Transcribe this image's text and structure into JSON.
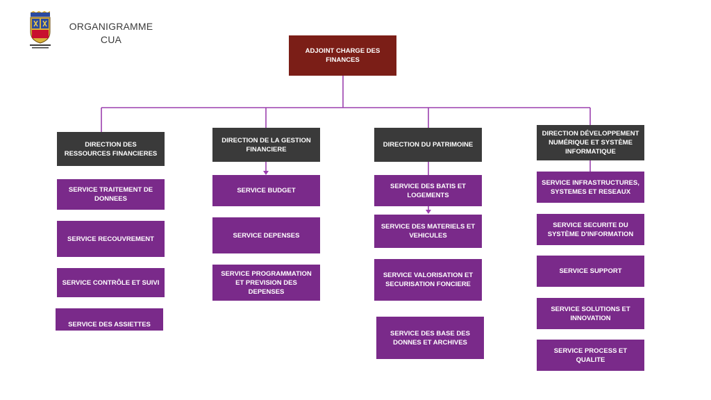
{
  "header": {
    "title_line1": "ORGANIGRAMME",
    "title_line2": "CUA",
    "logo_icon": "coat-of-arms-icon"
  },
  "colors": {
    "top": "#7b1e17",
    "direction": "#3a3a3a",
    "service": "#7a2a8a",
    "connector": "#9b3fae"
  },
  "root": {
    "label": "ADJOINT CHARGE DES FINANCES"
  },
  "directions": [
    {
      "label": "DIRECTION DES RESSOURCES FINANCIERES",
      "services": [
        "SERVICE TRAITEMENT DE DONNEES",
        "SERVICE RECOUVREMENT",
        "SERVICE CONTRÔLE ET SUIVI",
        "SERVICE DES ASSIETTES"
      ]
    },
    {
      "label": "DIRECTION DE LA GESTION FINANCIERE",
      "services": [
        "SERVICE BUDGET",
        "SERVICE DEPENSES",
        "SERVICE PROGRAMMATION ET PREVISION DES DEPENSES"
      ]
    },
    {
      "label": "DIRECTION DU PATRIMOINE",
      "services": [
        "SERVICE DES BATIS ET LOGEMENTS",
        "SERVICE DES MATERIELS ET VEHICULES",
        "SERVICE VALORISATION ET SECURISATION FONCIERE",
        "SERVICE DES BASE DES DONNES ET ARCHIVES"
      ]
    },
    {
      "label": "DIRECTION DÉVELOPPEMENT NUMÉRIQUE ET SYSTÈME INFORMATIQUE",
      "services": [
        "SERVICE INFRASTRUCTURES, SYSTEMES ET RESEAUX",
        "SERVICE SECURITE DU SYSTÈME D'INFORMATION",
        "SERVICE SUPPORT",
        "SERVICE SOLUTIONS ET INNOVATION",
        "SERVICE PROCESS ET QUALITE"
      ]
    }
  ]
}
